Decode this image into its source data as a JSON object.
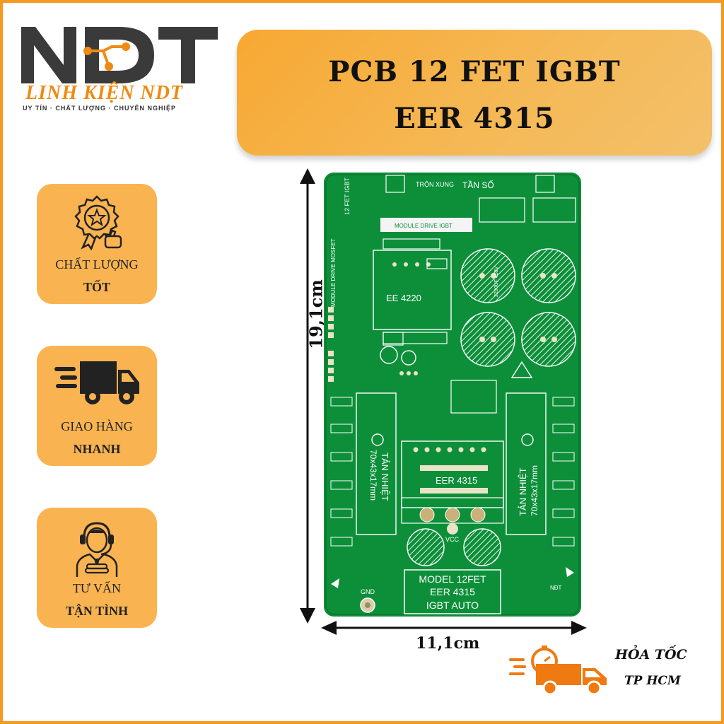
{
  "brand": {
    "logo_text": "NDT",
    "name": "LINH KIỆN NDT",
    "tagline": "UY TÍN · CHẤT LƯỢNG · CHUYÊN NGHIỆP",
    "colors": {
      "accent": "#f49a22",
      "dark": "#3a3a3a",
      "board": "#0d8f3a"
    }
  },
  "banner": {
    "line1": "PCB 12 FET IGBT",
    "line2": "EER 4315"
  },
  "features": [
    {
      "icon": "award-badge-icon",
      "line1": "CHẤT LƯỢNG",
      "line2": "TỐT"
    },
    {
      "icon": "delivery-truck-icon",
      "line1": "GIAO HÀNG",
      "line2": "NHANH"
    },
    {
      "icon": "support-agent-icon",
      "line1": "TƯ VẤN",
      "line2": "TẬN TÌNH"
    }
  ],
  "dimensions": {
    "height": "19,1cm",
    "width": "11,1cm"
  },
  "pcb": {
    "top_labels": [
      "TRỘN XUNG",
      "TẦN SỐ",
      "12 FET IGBT",
      "MODULE DRIVE IGBT",
      "MODULE DRIVE MOSFET"
    ],
    "transformer_labels": [
      "EE 4220",
      "EER 4315"
    ],
    "heatsink_label": "TẢN NHIỆT",
    "heatsink_size": "70x43x17mm",
    "capacitor_label": "2200UF 450V",
    "vcc_label": "VCC",
    "gnd_label": "GND",
    "brand_mark": "NĐT",
    "model_lines": [
      "MODEL 12FET",
      "EER 4315",
      "IGBT AUTO"
    ]
  },
  "shipping": {
    "line1": "HỎA TỐC",
    "line2": "TP HCM"
  }
}
